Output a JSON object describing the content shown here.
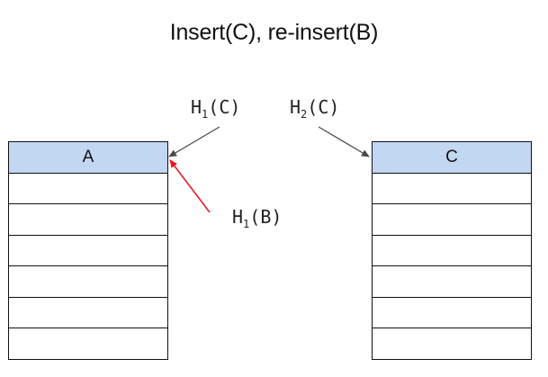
{
  "title": "Insert(C), re-insert(B)",
  "tables": [
    {
      "head": "A",
      "empty_rows": 6
    },
    {
      "head": "C",
      "empty_rows": 6
    }
  ],
  "hash_labels": {
    "h1c": {
      "fn": "H",
      "sub": "1",
      "arg": "(C)"
    },
    "h2c": {
      "fn": "H",
      "sub": "2",
      "arg": "(C)"
    },
    "h1b": {
      "fn": "H",
      "sub": "1",
      "arg": "(B)"
    }
  },
  "colors": {
    "header_fill": "#c2d7f2",
    "arrow_default": "#4a4a4a",
    "arrow_highlight": "#e8141e"
  }
}
